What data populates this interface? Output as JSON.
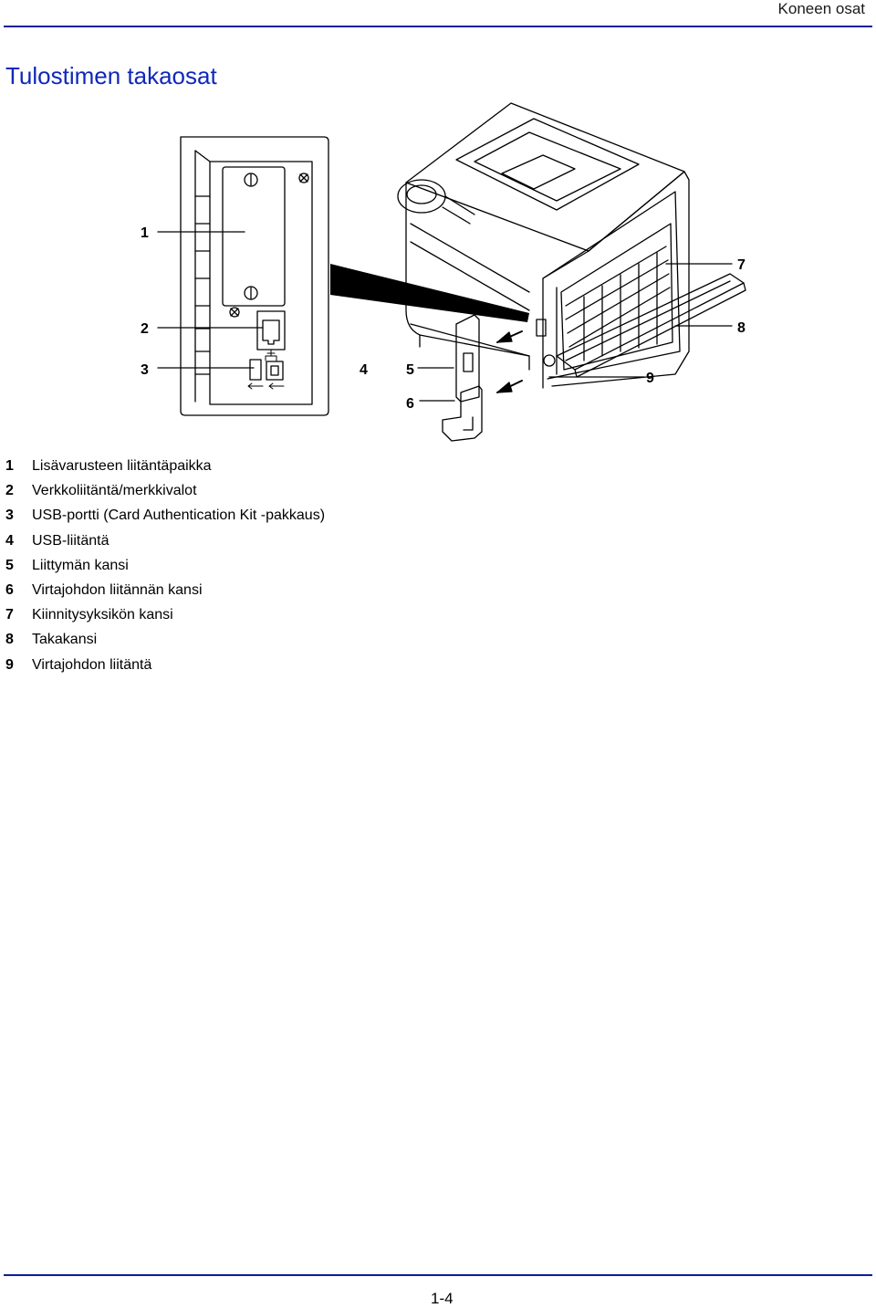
{
  "header": {
    "section": "Koneen osat"
  },
  "title": "Tulostimen takaosat",
  "figure": {
    "callouts": [
      "1",
      "2",
      "3",
      "4",
      "5",
      "6",
      "7",
      "8",
      "9"
    ]
  },
  "legend": [
    {
      "num": "1",
      "text": "Lisävarusteen liitäntäpaikka"
    },
    {
      "num": "2",
      "text": "Verkkoliitäntä/merkkivalot"
    },
    {
      "num": "3",
      "text": "USB-portti (Card Authentication Kit -pakkaus)"
    },
    {
      "num": "4",
      "text": "USB-liitäntä"
    },
    {
      "num": "5",
      "text": "Liittymän kansi"
    },
    {
      "num": "6",
      "text": "Virtajohdon liitännän kansi"
    },
    {
      "num": "7",
      "text": "Kiinnitysyksikön kansi"
    },
    {
      "num": "8",
      "text": "Takakansi"
    },
    {
      "num": "9",
      "text": "Virtajohdon liitäntä"
    }
  ],
  "footer": {
    "page": "1-4"
  },
  "colors": {
    "accent": "#1028b8",
    "rule": "#0a1f9c"
  }
}
